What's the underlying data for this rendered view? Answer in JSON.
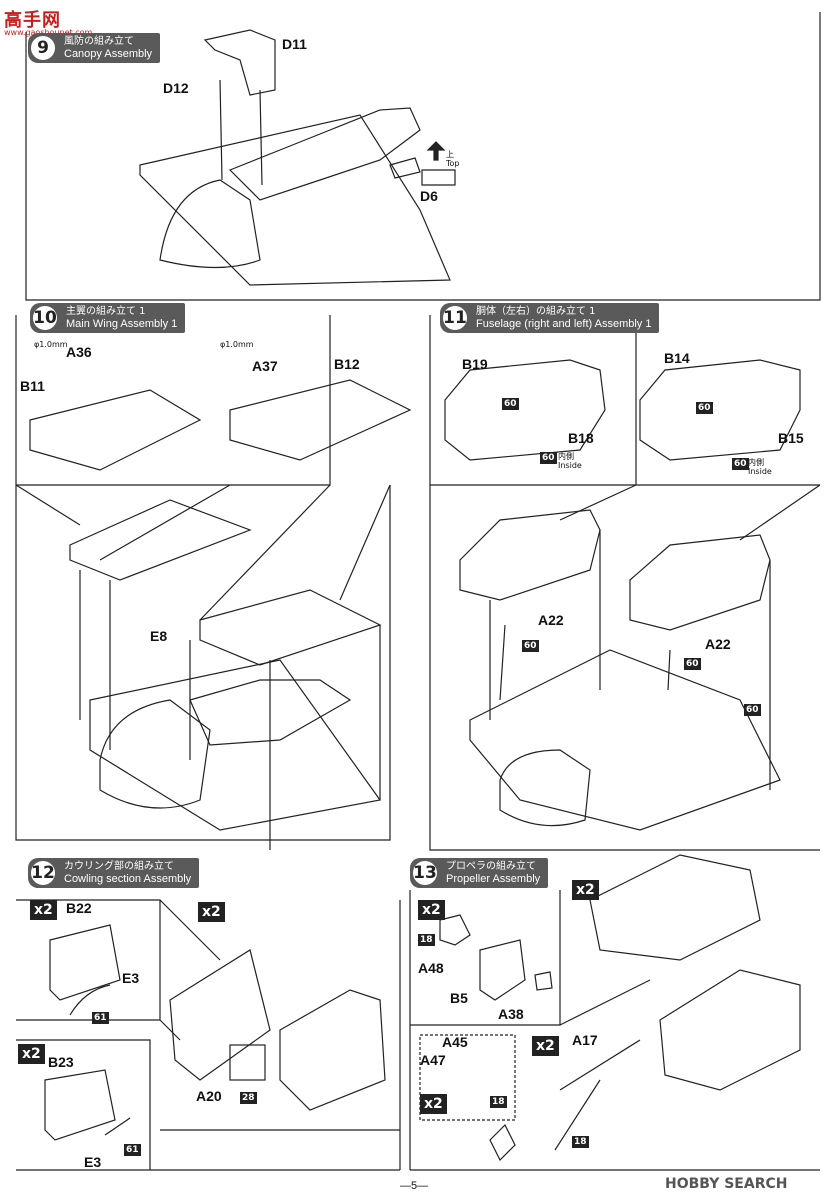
{
  "watermark": {
    "title": "高手网",
    "sub": "www.gaoshounet.com"
  },
  "steps": [
    {
      "num": "9",
      "jp": "風防の組み立て",
      "en": "Canopy Assembly"
    },
    {
      "num": "10",
      "jp": "主翼の組み立て 1",
      "en": "Main Wing Assembly 1"
    },
    {
      "num": "11",
      "jp": "胴体（左右）の組み立て 1",
      "en": "Fuselage (right and left) Assembly 1"
    },
    {
      "num": "12",
      "jp": "カウリング部の組み立て",
      "en": "Cowling section Assembly"
    },
    {
      "num": "13",
      "jp": "プロペラの組み立て",
      "en": "Propeller Assembly"
    }
  ],
  "parts": {
    "d11": "D11",
    "d12": "D12",
    "d6": "D6",
    "a36": "A36",
    "a37": "A37",
    "b11": "B11",
    "b12": "B12",
    "e8": "E8",
    "b19": "B19",
    "b18": "B18",
    "b14": "B14",
    "b15": "B15",
    "a22a": "A22",
    "a22b": "A22",
    "b22": "B22",
    "e3a": "E3",
    "b23": "B23",
    "e3b": "E3",
    "a20": "A20",
    "a48": "A48",
    "b5": "B5",
    "a38": "A38",
    "a45": "A45",
    "a47": "A47",
    "a17": "A17"
  },
  "notes": {
    "top_jp": "上",
    "top_en": "Top",
    "drill_a": "φ1.0mm",
    "drill_b": "φ1.0mm",
    "inside_jp_a": "内側",
    "inside_en_a": "Inside",
    "inside_jp_b": "内側",
    "inside_en_b": "Inside",
    "mult": "x2"
  },
  "colors": {
    "n60": "60",
    "n61": "61",
    "n28": "28",
    "n18": "18"
  },
  "footer": {
    "page": "—5—",
    "brand": "HOBBY SEARCH"
  }
}
